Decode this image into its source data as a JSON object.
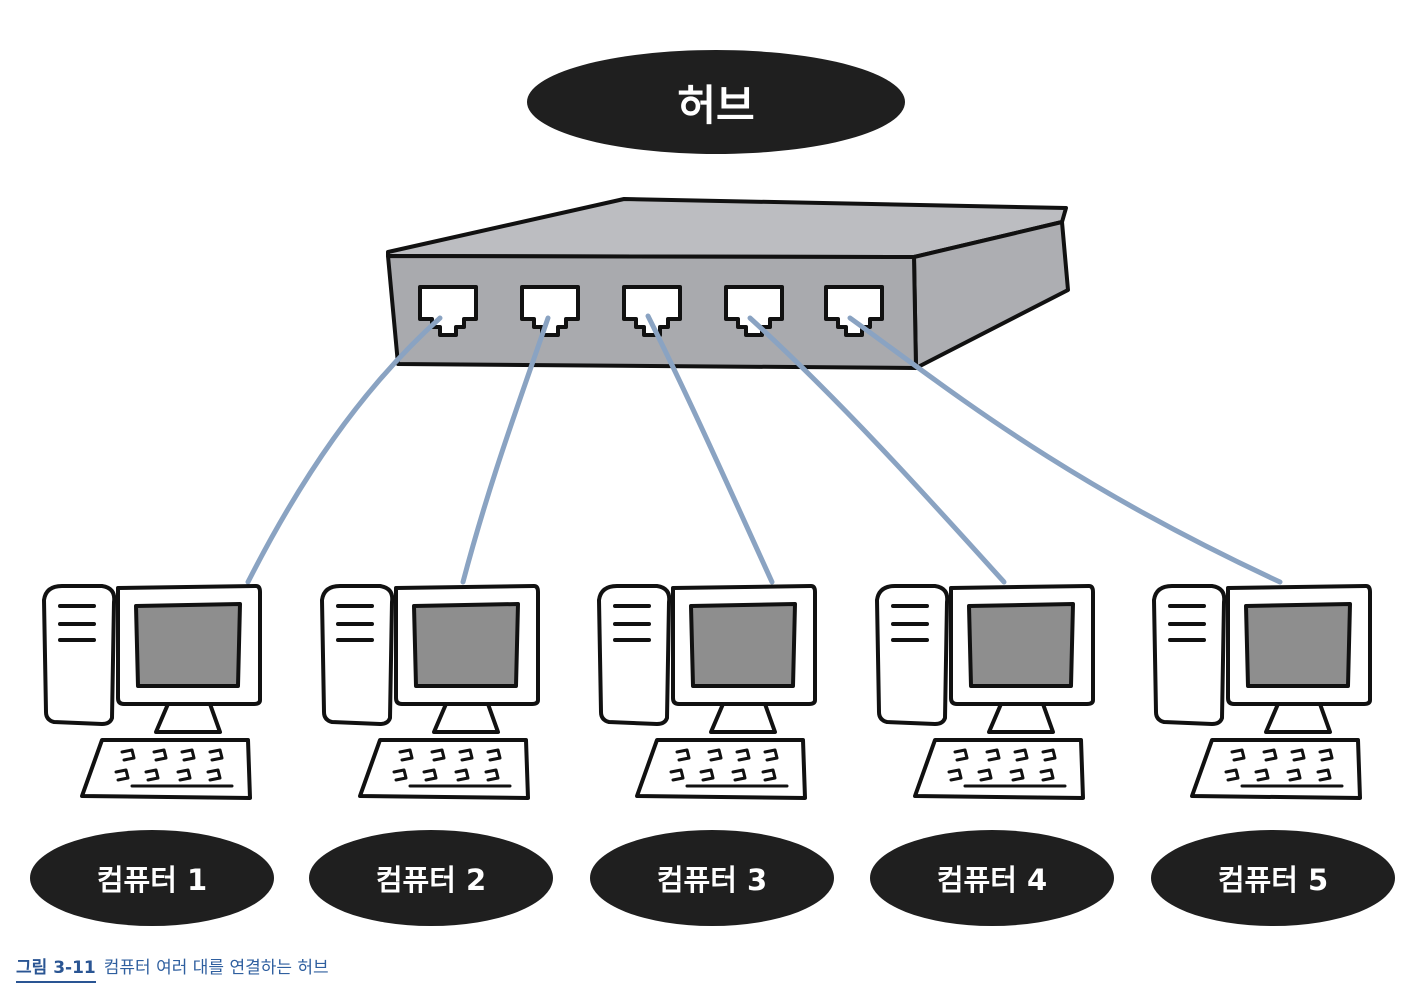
{
  "hub": {
    "label": "허브",
    "port_count": 5
  },
  "computers": [
    {
      "label": "컴퓨터 1"
    },
    {
      "label": "컴퓨터 2"
    },
    {
      "label": "컴퓨터 3"
    },
    {
      "label": "컴퓨터 4"
    },
    {
      "label": "컴퓨터 5"
    }
  ],
  "caption": {
    "number": "그림 3-11",
    "text": "컴퓨터 여러 대를 연결하는 허브"
  },
  "colors": {
    "label_background": "#1f1f1f",
    "label_text": "#ffffff",
    "hub_body": "#b5b6ba",
    "hub_front": "#a7a8ac",
    "cable": "#8aa3c2",
    "screen": "#8e8e8e",
    "caption": "#2a5593"
  }
}
